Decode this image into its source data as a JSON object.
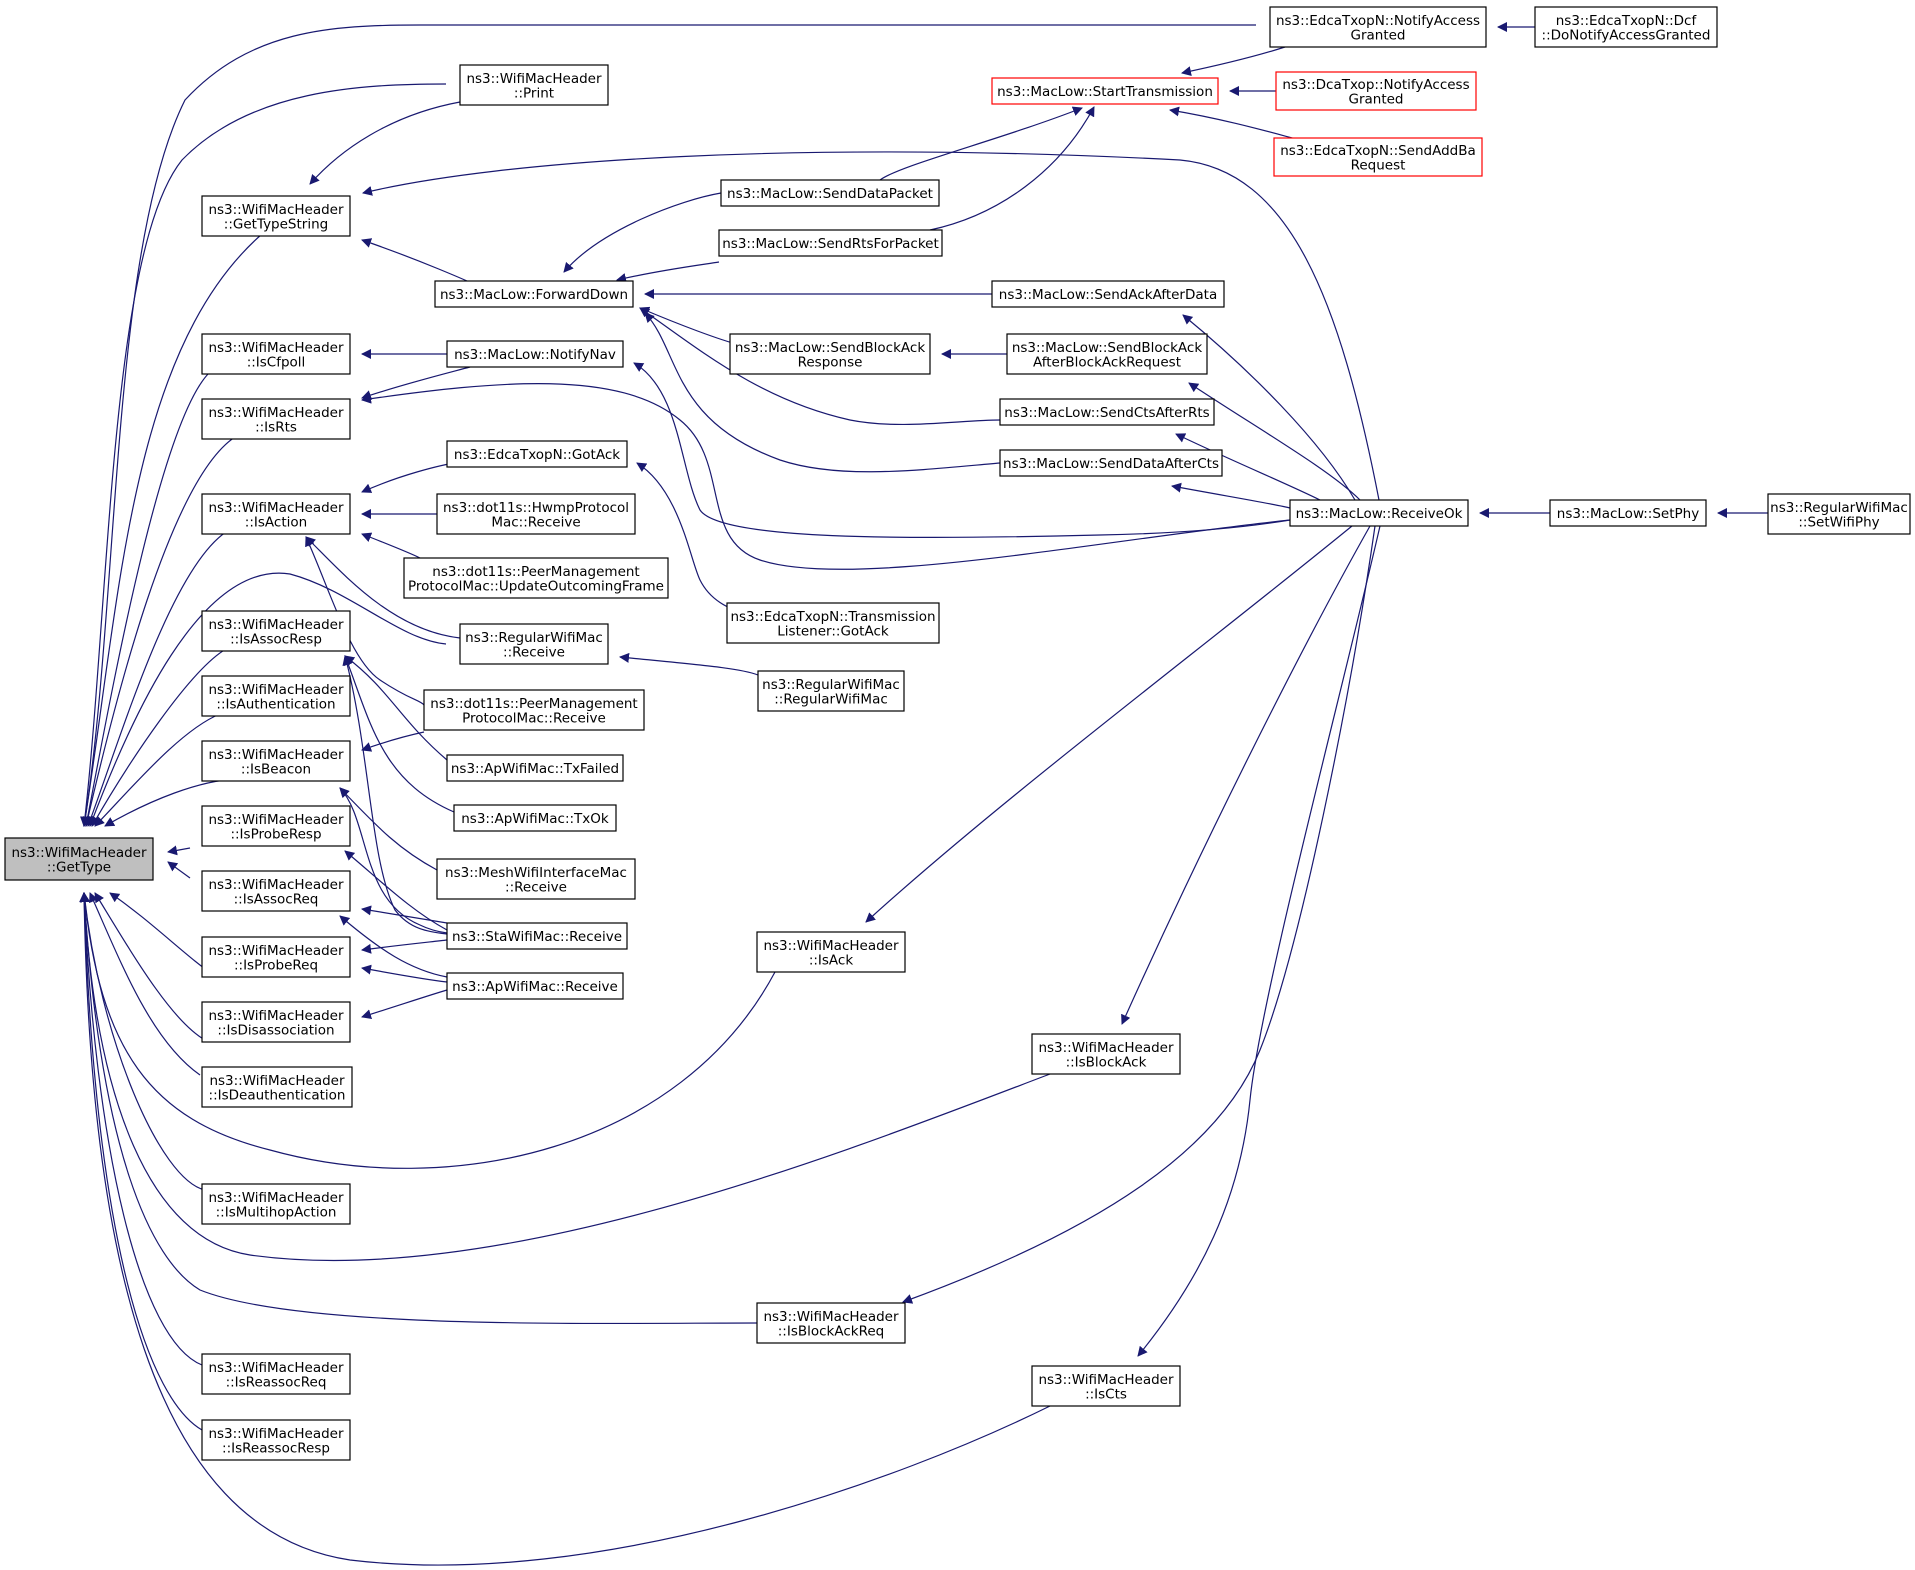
{
  "colors": {
    "edge": "#191970",
    "node_border": "#000000",
    "node_border_truncated": "#ff0000",
    "root_fill": "#bfbfbf",
    "node_fill": "#ffffff"
  },
  "nodes": {
    "gettype": {
      "lines": [
        "ns3::WifiMacHeader",
        "::GetType"
      ],
      "root": true
    },
    "notifyaccess": {
      "lines": [
        "ns3::EdcaTxopN::NotifyAccess",
        "Granted"
      ]
    },
    "dcfnotify": {
      "lines": [
        "ns3::EdcaTxopN::Dcf",
        "::DoNotifyAccessGranted"
      ]
    },
    "print": {
      "lines": [
        "ns3::WifiMacHeader",
        "::Print"
      ]
    },
    "starttx": {
      "lines": [
        "ns3::MacLow::StartTransmission"
      ],
      "truncated": true
    },
    "dcatxop": {
      "lines": [
        "ns3::DcaTxop::NotifyAccess",
        "Granted"
      ],
      "truncated": true
    },
    "sendaddba": {
      "lines": [
        "ns3::EdcaTxopN::SendAddBa",
        "Request"
      ],
      "truncated": true
    },
    "senddatapkt": {
      "lines": [
        "ns3::MacLow::SendDataPacket"
      ]
    },
    "gettypestring": {
      "lines": [
        "ns3::WifiMacHeader",
        "::GetTypeString"
      ]
    },
    "sendrts": {
      "lines": [
        "ns3::MacLow::SendRtsForPacket"
      ]
    },
    "forwarddown": {
      "lines": [
        "ns3::MacLow::ForwardDown"
      ]
    },
    "sendackafter": {
      "lines": [
        "ns3::MacLow::SendAckAfterData"
      ]
    },
    "iscfpoll": {
      "lines": [
        "ns3::WifiMacHeader",
        "::IsCfpoll"
      ]
    },
    "notifynav": {
      "lines": [
        "ns3::MacLow::NotifyNav"
      ]
    },
    "sendblockack": {
      "lines": [
        "ns3::MacLow::SendBlockAck",
        "Response"
      ]
    },
    "sendblockack2": {
      "lines": [
        "ns3::MacLow::SendBlockAck",
        "AfterBlockAckRequest"
      ]
    },
    "isrts": {
      "lines": [
        "ns3::WifiMacHeader",
        "::IsRts"
      ]
    },
    "sendcts": {
      "lines": [
        "ns3::MacLow::SendCtsAfterRts"
      ]
    },
    "gotack": {
      "lines": [
        "ns3::EdcaTxopN::GotAck"
      ]
    },
    "senddataafter": {
      "lines": [
        "ns3::MacLow::SendDataAfterCts"
      ]
    },
    "isaction": {
      "lines": [
        "ns3::WifiMacHeader",
        "::IsAction"
      ]
    },
    "hwmp": {
      "lines": [
        "ns3::dot11s::HwmpProtocol",
        "Mac::Receive"
      ]
    },
    "receiveok": {
      "lines": [
        "ns3::MacLow::ReceiveOk"
      ]
    },
    "setphy": {
      "lines": [
        "ns3::MacLow::SetPhy"
      ]
    },
    "setwifiphy": {
      "lines": [
        "ns3::RegularWifiMac",
        "::SetWifiPhy"
      ]
    },
    "peerupdate": {
      "lines": [
        "ns3::dot11s::PeerManagement",
        "ProtocolMac::UpdateOutcomingFrame"
      ]
    },
    "txlistener": {
      "lines": [
        "ns3::EdcaTxopN::Transmission",
        "Listener::GotAck"
      ]
    },
    "isassocresp": {
      "lines": [
        "ns3::WifiMacHeader",
        "::IsAssocResp"
      ]
    },
    "regreceive": {
      "lines": [
        "ns3::RegularWifiMac",
        "::Receive"
      ]
    },
    "regwifimac": {
      "lines": [
        "ns3::RegularWifiMac",
        "::RegularWifiMac"
      ]
    },
    "isauth": {
      "lines": [
        "ns3::WifiMacHeader",
        "::IsAuthentication"
      ]
    },
    "peerreceive": {
      "lines": [
        "ns3::dot11s::PeerManagement",
        "ProtocolMac::Receive"
      ]
    },
    "isbeacon": {
      "lines": [
        "ns3::WifiMacHeader",
        "::IsBeacon"
      ]
    },
    "aptxfailed": {
      "lines": [
        "ns3::ApWifiMac::TxFailed"
      ]
    },
    "aptxok": {
      "lines": [
        "ns3::ApWifiMac::TxOk"
      ]
    },
    "isproberesp": {
      "lines": [
        "ns3::WifiMacHeader",
        "::IsProbeResp"
      ]
    },
    "meshreceive": {
      "lines": [
        "ns3::MeshWifiInterfaceMac",
        "::Receive"
      ]
    },
    "isassocreq": {
      "lines": [
        "ns3::WifiMacHeader",
        "::IsAssocReq"
      ]
    },
    "stareceive": {
      "lines": [
        "ns3::StaWifiMac::Receive"
      ]
    },
    "isack": {
      "lines": [
        "ns3::WifiMacHeader",
        "::IsAck"
      ]
    },
    "isprobereq": {
      "lines": [
        "ns3::WifiMacHeader",
        "::IsProbeReq"
      ]
    },
    "apreceive": {
      "lines": [
        "ns3::ApWifiMac::Receive"
      ]
    },
    "isdisassoc": {
      "lines": [
        "ns3::WifiMacHeader",
        "::IsDisassociation"
      ]
    },
    "isblockack": {
      "lines": [
        "ns3::WifiMacHeader",
        "::IsBlockAck"
      ]
    },
    "isdeauth": {
      "lines": [
        "ns3::WifiMacHeader",
        "::IsDeauthentication"
      ]
    },
    "ismultihop": {
      "lines": [
        "ns3::WifiMacHeader",
        "::IsMultihopAction"
      ]
    },
    "isblockackreq": {
      "lines": [
        "ns3::WifiMacHeader",
        "::IsBlockAckReq"
      ]
    },
    "iscts": {
      "lines": [
        "ns3::WifiMacHeader",
        "::IsCts"
      ]
    },
    "isreassocreq": {
      "lines": [
        "ns3::WifiMacHeader",
        "::IsReassocReq"
      ]
    },
    "isreassocresp": {
      "lines": [
        "ns3::WifiMacHeader",
        "::IsReassocResp"
      ]
    }
  },
  "edges": [
    {
      "from": "gettype",
      "to": "notifyaccess"
    },
    {
      "from": "gettype",
      "to": "print"
    },
    {
      "from": "gettype",
      "to": "gettypestring"
    },
    {
      "from": "gettype",
      "to": "iscfpoll"
    },
    {
      "from": "gettype",
      "to": "isrts"
    },
    {
      "from": "gettype",
      "to": "isaction"
    },
    {
      "from": "gettype",
      "to": "regreceive"
    },
    {
      "from": "gettype",
      "to": "isassocresp"
    },
    {
      "from": "gettype",
      "to": "isauth"
    },
    {
      "from": "gettype",
      "to": "isbeacon"
    },
    {
      "from": "gettype",
      "to": "isproberesp"
    },
    {
      "from": "gettype",
      "to": "isassocreq"
    },
    {
      "from": "gettype",
      "to": "isprobereq"
    },
    {
      "from": "gettype",
      "to": "isdisassoc"
    },
    {
      "from": "gettype",
      "to": "isdeauth"
    },
    {
      "from": "gettype",
      "to": "isack"
    },
    {
      "from": "gettype",
      "to": "ismultihop"
    },
    {
      "from": "gettype",
      "to": "isblockack"
    },
    {
      "from": "gettype",
      "to": "isblockackreq"
    },
    {
      "from": "gettype",
      "to": "isreassocreq"
    },
    {
      "from": "gettype",
      "to": "isreassocresp"
    },
    {
      "from": "gettype",
      "to": "iscts"
    },
    {
      "from": "notifyaccess",
      "to": "dcfnotify"
    },
    {
      "from": "gettypestring",
      "to": "print"
    },
    {
      "from": "gettypestring",
      "to": "forwarddown"
    },
    {
      "from": "gettypestring",
      "to": "receiveok"
    },
    {
      "from": "starttx",
      "to": "notifyaccess"
    },
    {
      "from": "starttx",
      "to": "dcatxop"
    },
    {
      "from": "starttx",
      "to": "sendaddba"
    },
    {
      "from": "senddatapkt",
      "to": "starttx"
    },
    {
      "from": "sendrts",
      "to": "starttx"
    },
    {
      "from": "forwarddown",
      "to": "senddatapkt"
    },
    {
      "from": "forwarddown",
      "to": "sendrts"
    },
    {
      "from": "forwarddown",
      "to": "sendackafter"
    },
    {
      "from": "forwarddown",
      "to": "sendblockack"
    },
    {
      "from": "forwarddown",
      "to": "sendcts"
    },
    {
      "from": "forwarddown",
      "to": "senddataafter"
    },
    {
      "from": "sendackafter",
      "to": "receiveok"
    },
    {
      "from": "sendblockack",
      "to": "sendblockack2"
    },
    {
      "from": "sendblockack2",
      "to": "receiveok"
    },
    {
      "from": "sendcts",
      "to": "receiveok"
    },
    {
      "from": "senddataafter",
      "to": "receiveok"
    },
    {
      "from": "iscfpoll",
      "to": "notifynav"
    },
    {
      "from": "isrts",
      "to": "notifynav"
    },
    {
      "from": "isrts",
      "to": "receiveok"
    },
    {
      "from": "notifynav",
      "to": "receiveok"
    },
    {
      "from": "gotack",
      "to": "txlistener"
    },
    {
      "from": "isaction",
      "to": "gotack"
    },
    {
      "from": "isaction",
      "to": "hwmp"
    },
    {
      "from": "isaction",
      "to": "peerupdate"
    },
    {
      "from": "isaction",
      "to": "regreceive"
    },
    {
      "from": "isaction",
      "to": "peerreceive"
    },
    {
      "from": "receiveok",
      "to": "setphy"
    },
    {
      "from": "setphy",
      "to": "setwifiphy"
    },
    {
      "from": "regreceive",
      "to": "regwifimac"
    },
    {
      "from": "isassocresp",
      "to": "aptxfailed"
    },
    {
      "from": "isassocresp",
      "to": "aptxok"
    },
    {
      "from": "isassocresp",
      "to": "stareceive"
    },
    {
      "from": "isbeacon",
      "to": "peerreceive"
    },
    {
      "from": "isbeacon",
      "to": "meshreceive"
    },
    {
      "from": "isbeacon",
      "to": "stareceive"
    },
    {
      "from": "isproberesp",
      "to": "stareceive"
    },
    {
      "from": "isassocreq",
      "to": "stareceive"
    },
    {
      "from": "isassocreq",
      "to": "apreceive"
    },
    {
      "from": "isprobereq",
      "to": "stareceive"
    },
    {
      "from": "isprobereq",
      "to": "apreceive"
    },
    {
      "from": "isdisassoc",
      "to": "apreceive"
    },
    {
      "from": "isack",
      "to": "receiveok"
    },
    {
      "from": "isblockack",
      "to": "receiveok"
    },
    {
      "from": "isblockackreq",
      "to": "receiveok"
    },
    {
      "from": "iscts",
      "to": "receiveok"
    }
  ]
}
